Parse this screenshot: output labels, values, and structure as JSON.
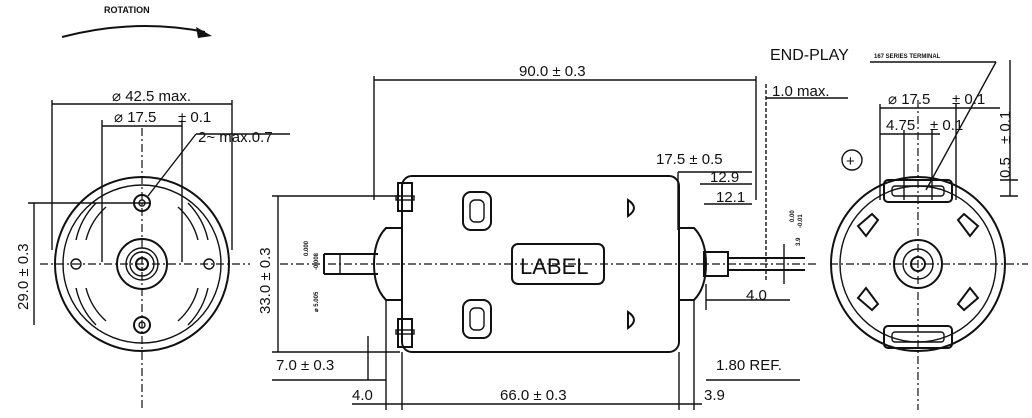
{
  "rotation_label": "ROTATION",
  "left_view": {
    "dia_max": "⌀ 42.5 max.",
    "dia_boss": "⌀ 17.5",
    "dia_boss_tol": "± 0.1",
    "holes": "2~ max.0.7",
    "height": "29.0 ± 0.3"
  },
  "side_view": {
    "overall_length": "90.0 ± 0.3",
    "endplay_max": "1.0 max.",
    "boss_len": "17.5 ± 0.5",
    "dim_12_9": "12.9",
    "dim_12_1": "12.1",
    "height": "33.0 ± 0.3",
    "shaft_dia": "⌀ 5.005",
    "shaft_tol_upper": "0.000",
    "shaft_tol_lower": "-0.008",
    "shaft_right_dia": "3.9",
    "shaft_right_tol": "-0.01",
    "shaft_right_tol2": "0.00",
    "dim_4_0": "4.0",
    "ref_1_80": "1.80 REF.",
    "left_boss": "7.0 ± 0.3",
    "left_4_0": "4.0",
    "body_length": "66.0 ± 0.3",
    "right_3_9": "3.9",
    "label_text": "LABEL"
  },
  "right_view": {
    "endplay_label": "END-PLAY",
    "terminal_label": "167 SERIES TERMINAL",
    "dia_17_5": "⌀ 17.5",
    "dia_17_5_tol": "± 0.1",
    "dim_4_75": "4.75",
    "dim_4_75_tol": "± 0.1",
    "dim_0_5": "0.5",
    "dim_0_5_tol": "± 0.1",
    "plus_sign": "+"
  }
}
